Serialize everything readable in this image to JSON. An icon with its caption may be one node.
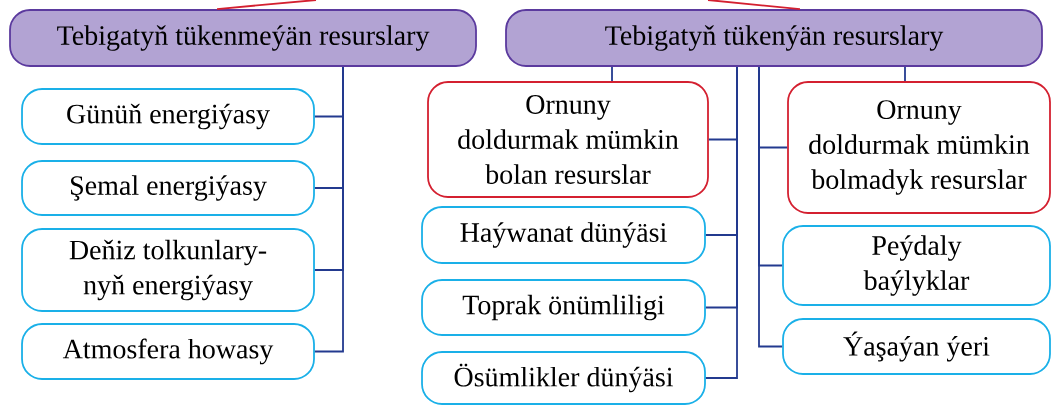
{
  "diagram": {
    "nodes": [
      {
        "text": [
          "Tebigatyň tükenmeýän resurslary"
        ]
      },
      {
        "text": [
          "Günüň energiýasy"
        ]
      },
      {
        "text": [
          "Şemal energiýasy"
        ]
      },
      {
        "text": [
          "Deňiz tolkunlary- nyň energiýasy"
        ]
      },
      {
        "text": [
          "Atmosfera howasy"
        ]
      },
      {
        "text": [
          "Tebigatyň tükenýän resurslary"
        ]
      },
      {
        "text": [
          "Ornuny doldurmak mümkin bolan resurslar"
        ]
      },
      {
        "text": [
          "Haýwanat dünýäsi"
        ]
      },
      {
        "text": [
          "Toprak önümliligi"
        ]
      },
      {
        "text": [
          "Ösümlikler dünýäsi"
        ]
      },
      {
        "text": [
          "Ornuny doldurmak mümkin bolmadyk resurslar"
        ]
      },
      {
        "text": [
          "Peýdaly baýlyklar"
        ]
      },
      {
        "text": [
          "Ýaşaýan ýeri"
        ]
      }
    ],
    "edges": [
      {
        "from": null,
        "to": 0,
        "arrow": "none",
        "color": "#d42030"
      },
      {
        "from": null,
        "to": 5,
        "arrow": "none",
        "color": "#d42030"
      },
      {
        "from": 0,
        "to": 1,
        "arrow": "none"
      },
      {
        "from": 0,
        "to": 2,
        "arrow": "none"
      },
      {
        "from": 0,
        "to": 3,
        "arrow": "none"
      },
      {
        "from": 0,
        "to": 4,
        "arrow": "none"
      },
      {
        "from": 5,
        "to": 6,
        "arrow": "none"
      },
      {
        "from": 5,
        "to": 6,
        "arrow": "none"
      },
      {
        "from": 5,
        "to": 7,
        "arrow": "none"
      },
      {
        "from": 5,
        "to": 8,
        "arrow": "none"
      },
      {
        "from": 5,
        "to": 9,
        "arrow": "none"
      },
      {
        "from": 5,
        "to": 10,
        "arrow": "none"
      },
      {
        "from": 5,
        "to": 10,
        "arrow": "none"
      },
      {
        "from": 5,
        "to": 11,
        "arrow": "none"
      },
      {
        "from": 5,
        "to": 12,
        "arrow": "none"
      }
    ]
  }
}
